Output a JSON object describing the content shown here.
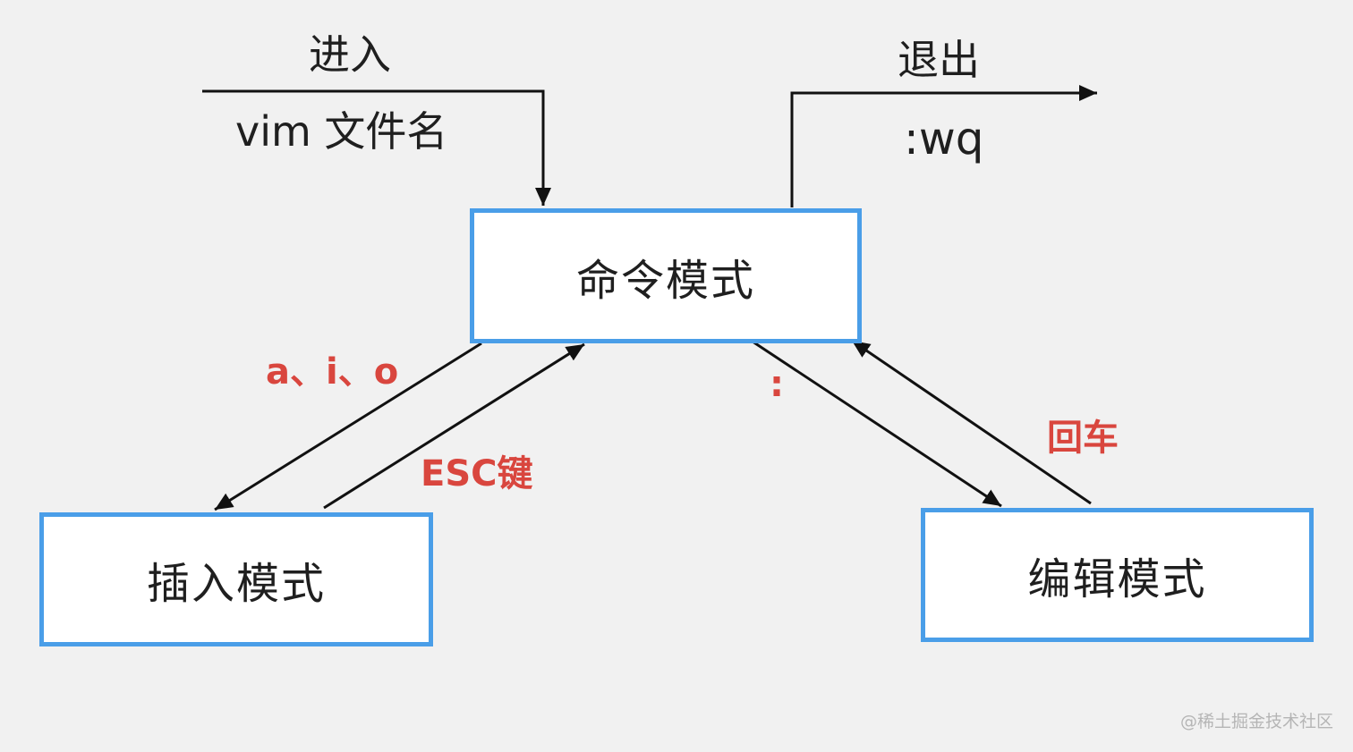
{
  "diagram": {
    "nodes": {
      "command": "命令模式",
      "insert": "插入模式",
      "edit": "编辑模式"
    },
    "labels": {
      "enter_title": "进入",
      "enter_cmd": "vim 文件名",
      "exit_title": "退出",
      "exit_cmd": ":wq",
      "to_insert": "a、i、o",
      "from_insert": "ESC键",
      "to_edit": ":",
      "from_edit": "回车"
    },
    "watermark": "@稀土掘金技术社区"
  },
  "colors": {
    "box_border": "#4a9ee8",
    "key_text": "#d9463e",
    "line": "#111111",
    "background": "#f1f1f1"
  }
}
